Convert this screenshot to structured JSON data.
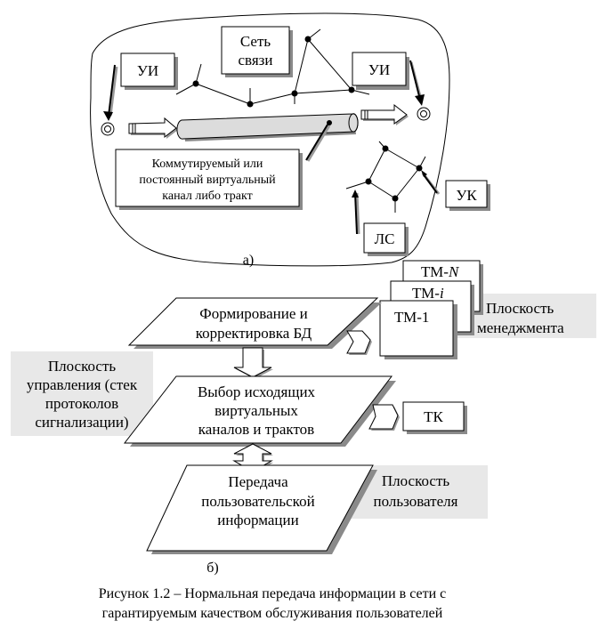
{
  "figure": {
    "part_a": {
      "label": "а)",
      "network_label": [
        "Сеть",
        "связи"
      ],
      "terminal_left": "УИ",
      "terminal_right": "УИ",
      "channel_label": [
        "Коммутируемый или",
        "постоянный виртуальный",
        "канал либо тракт"
      ],
      "node_label": "УК",
      "link_label": "ЛС"
    },
    "part_b": {
      "label": "б)",
      "management_plane": {
        "block": [
          "Формирование и",
          "корректировка БД"
        ],
        "modules": [
          "ТМ-1",
          "ТМ-i",
          "ТМ-N"
        ],
        "plane_label": [
          "Плоскость",
          "менеджмента"
        ]
      },
      "control_plane": {
        "block": [
          "Выбор исходящих",
          "виртуальных",
          "каналов и трактов"
        ],
        "target": "ТК",
        "plane_label": [
          "Плоскость",
          "управления (стек",
          "протоколов",
          "сигнализации)"
        ]
      },
      "user_plane": {
        "block": [
          "Передача",
          "пользовательской",
          "информации"
        ],
        "plane_label": [
          "Плоскость",
          "пользователя"
        ]
      }
    },
    "caption": [
      "Рисунок 1.2 – Нормальная передача информации в сети с",
      "гарантируемым качеством обслуживания пользователей"
    ]
  }
}
